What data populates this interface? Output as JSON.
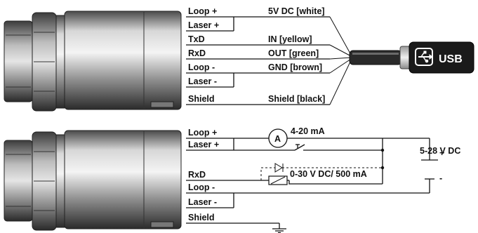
{
  "top_pins": {
    "loop_plus": "Loop +",
    "laser_plus": "Laser +",
    "txd": "TxD",
    "rxd": "RxD",
    "loop_minus": "Loop -",
    "laser_minus": "Laser -",
    "shield": "Shield"
  },
  "usb_wires": {
    "vdc": "5V DC [white]",
    "in": "IN [yellow]",
    "out": "OUT [green]",
    "gnd": "GND [brown]",
    "shield": "Shield [black]"
  },
  "usb_plug": {
    "label": "USB"
  },
  "bottom_pins": {
    "loop_plus": "Loop +",
    "laser_plus": "Laser +",
    "rxd": "RxD",
    "loop_minus": "Loop -",
    "laser_minus": "Laser -",
    "shield": "Shield"
  },
  "circuit": {
    "ammeter_symbol": "A",
    "current_range": "4-20 mA",
    "output_rating": "0-30 V DC/ 500 mA",
    "supply_voltage": "5-28 V DC",
    "plus_sign": "+",
    "minus_sign": "-"
  },
  "colors": {
    "line": "#111111",
    "housing_mid": "#a9a9a9",
    "housing_dark": "#3a3a3a"
  }
}
